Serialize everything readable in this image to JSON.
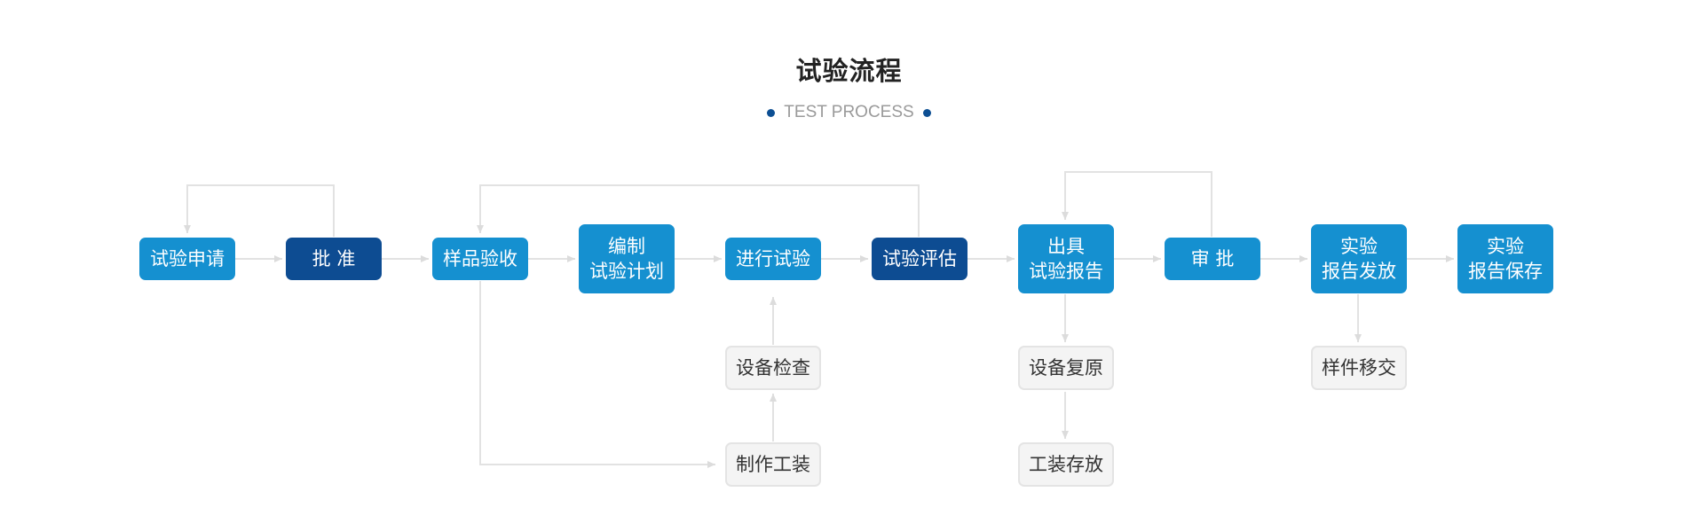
{
  "header": {
    "title": "试验流程",
    "subtitle": "TEST PROCESS"
  },
  "colors": {
    "primary": "#1590d0",
    "dark": "#0d4c92",
    "aux_bg": "#f4f4f4",
    "connector": "#e2e2e2"
  },
  "steps": {
    "apply": "试验申请",
    "approve": "批 准",
    "accept": "样品验收",
    "plan": "编制\n试验计划",
    "run": "进行试验",
    "evaluate": "试验评估",
    "report": "出具\n试验报告",
    "review": "审 批",
    "issue": "实验\n报告发放",
    "store": "实验\n报告保存"
  },
  "sub_steps": {
    "inspect": "设备检查",
    "tooling": "制作工装",
    "restore": "设备复原",
    "tool_store": "工装存放",
    "handover": "样件移交"
  }
}
